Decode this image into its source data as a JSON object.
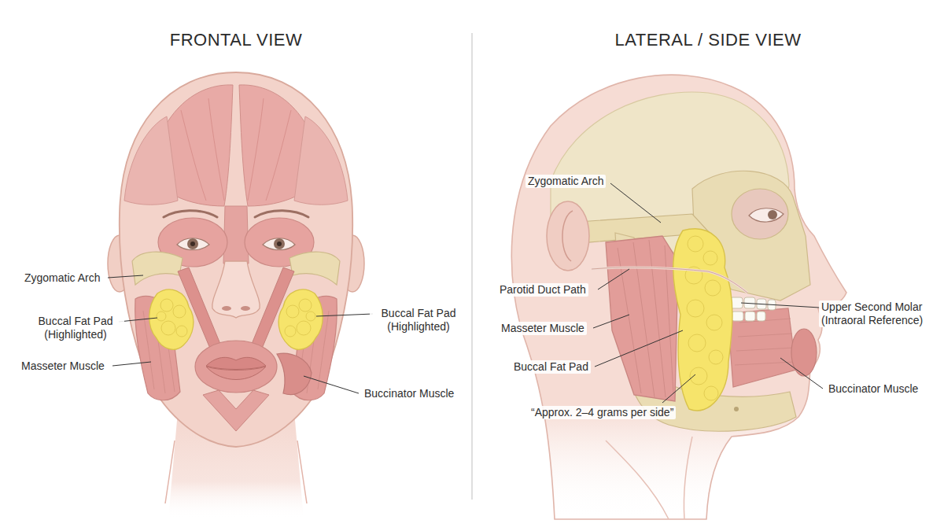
{
  "diagram": {
    "labels": [
      "FRONTAL VIEW",
      "LATERAL / SIDE VIEW",
      "Zygomatic Arch",
      "Buccal Fat Pad (Highlighted)",
      "Masseter Muscle",
      "Buccal Fat Pad (Highlighted)",
      "Buccinator Muscle",
      "Zygomatic Arch",
      "Parotid Duct Path",
      "Masseter Muscle",
      "Buccal Fat Pad",
      "“Approx. 2–4 grams per side”",
      "Upper Second Molar (Intraoral Reference)",
      "Buccinator Muscle"
    ]
  }
}
